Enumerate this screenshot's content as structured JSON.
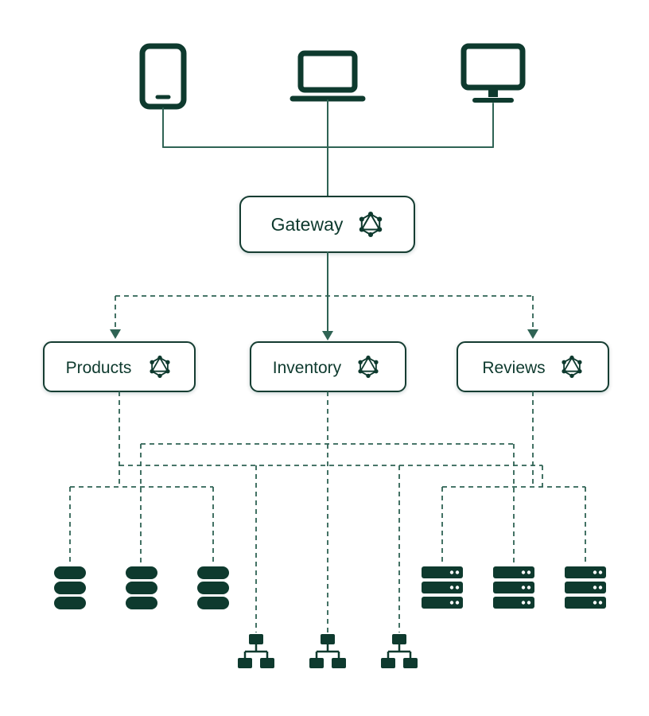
{
  "colors": {
    "ink": "#0e3a2e",
    "line": "#2f6354",
    "box_border": "#123d31",
    "box_fill": "#ffffff",
    "background": "#ffffff"
  },
  "nodes": {
    "gateway": {
      "label": "Gateway",
      "icon": "graphql-icon"
    },
    "products": {
      "label": "Products",
      "icon": "graphql-icon"
    },
    "inventory": {
      "label": "Inventory",
      "icon": "graphql-icon"
    },
    "reviews": {
      "label": "Reviews",
      "icon": "graphql-icon"
    }
  },
  "clients": [
    {
      "icon": "tablet-icon"
    },
    {
      "icon": "laptop-icon"
    },
    {
      "icon": "desktop-icon"
    }
  ],
  "resources": {
    "databases": {
      "icon": "database-icon",
      "count": 3
    },
    "servers": {
      "icon": "server-icon",
      "count": 3
    },
    "networks": {
      "icon": "network-icon",
      "count": 3
    }
  }
}
